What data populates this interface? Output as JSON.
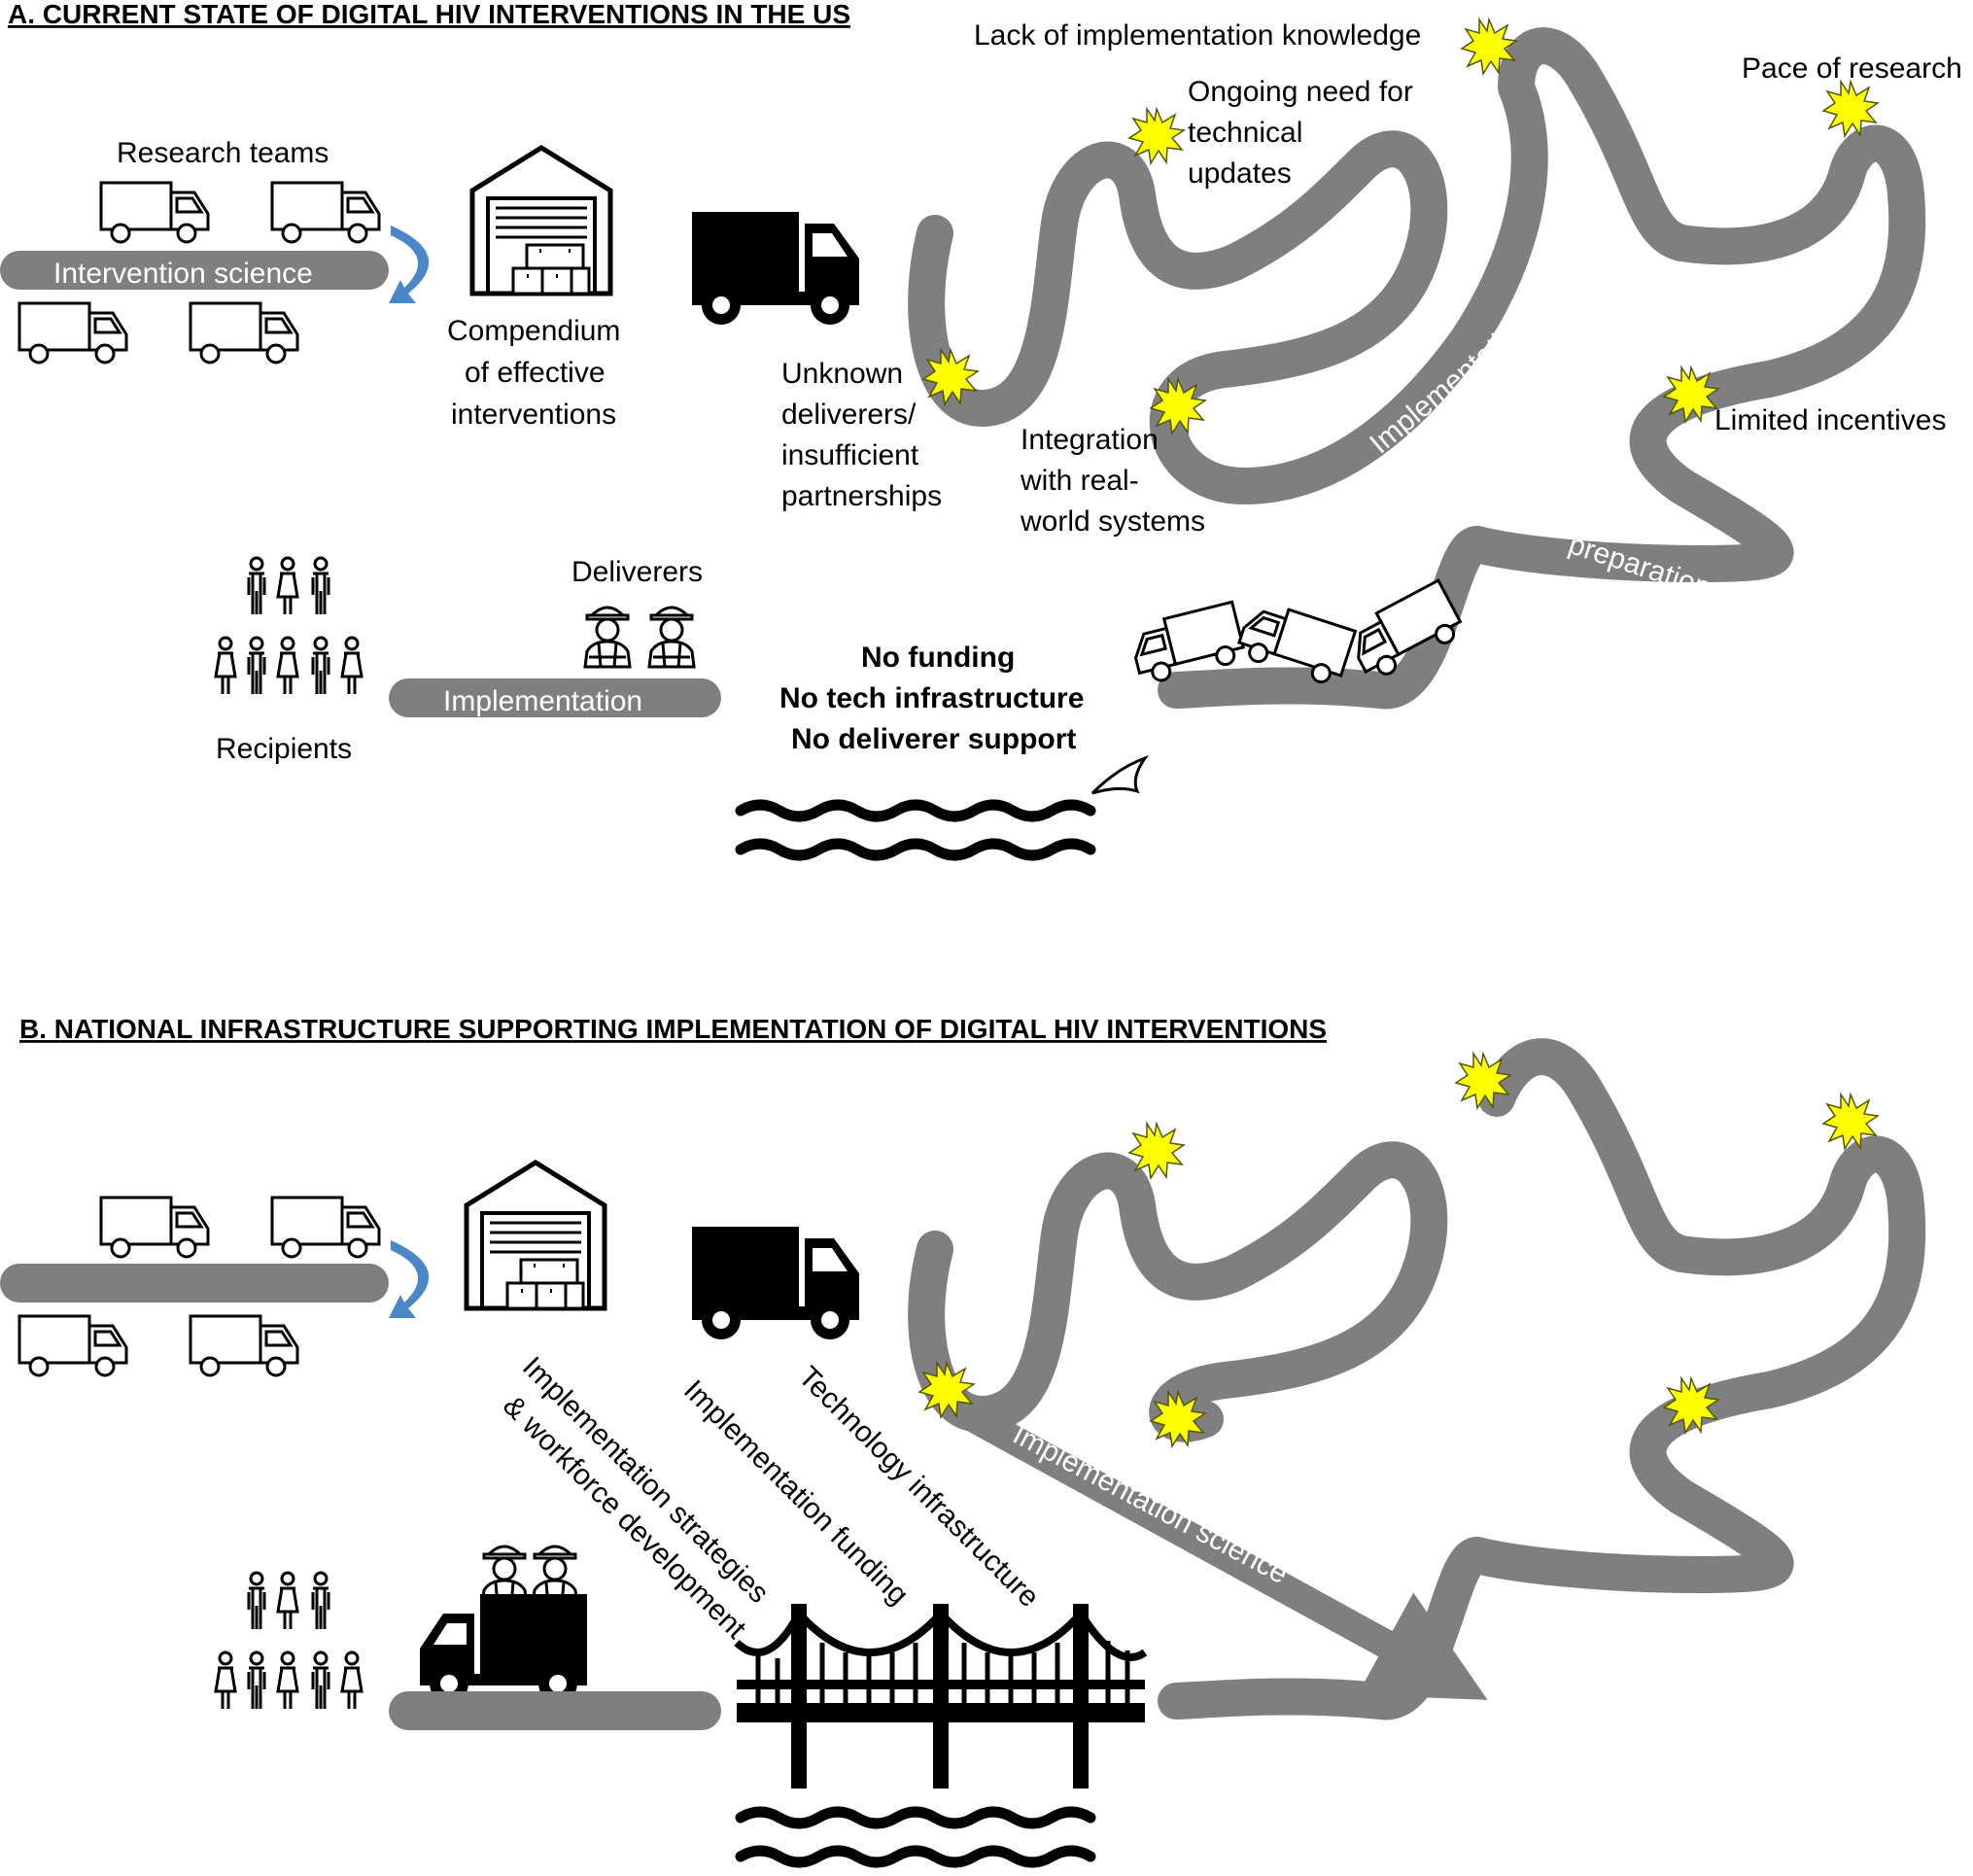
{
  "panel_a": {
    "heading": "A. CURRENT STATE OF DIGITAL HIV INTERVENTIONS IN THE US",
    "research_teams": "Research teams",
    "intervention_science": "Intervention science",
    "compendium": [
      "Compendium",
      "of effective",
      "interventions"
    ],
    "deliverers": "Deliverers",
    "recipients": "Recipients",
    "implementation_bar": "Implementation",
    "gap": [
      "No funding",
      "No tech infrastructure",
      "No deliverer support"
    ],
    "road_label_1": "Implementation",
    "road_label_2": "preparation",
    "barriers": {
      "lack_knowledge": "Lack of implementation knowledge",
      "technical_updates": [
        "Ongoing need for",
        "technical",
        "updates"
      ],
      "pace": "Pace of research",
      "unknown_deliverers": [
        "Unknown",
        "deliverers/",
        "insufficient",
        "partnerships"
      ],
      "integration": [
        "Integration",
        "with real-",
        "world systems"
      ],
      "incentives": "Limited incentives"
    }
  },
  "panel_b": {
    "heading": "B. NATIONAL INFRASTRUCTURE SUPPORTING IMPLEMENTATION OF DIGITAL HIV INTERVENTIONS",
    "cables": [
      "Implementation strategies",
      "& workforce development",
      "Implementation funding",
      "Technology infrastructure"
    ],
    "arrow_label": "Implementation science"
  },
  "colors": {
    "road": "#7f7f7f",
    "barrier_star": "#ffff00",
    "curved_arrow": "#4a86c8"
  },
  "icons": [
    "truck-outline-icon",
    "truck-solid-icon",
    "warehouse-icon",
    "person-icon",
    "worker-icon",
    "star-burst-icon",
    "shark-fin-icon",
    "bridge-icon",
    "waves-icon"
  ]
}
